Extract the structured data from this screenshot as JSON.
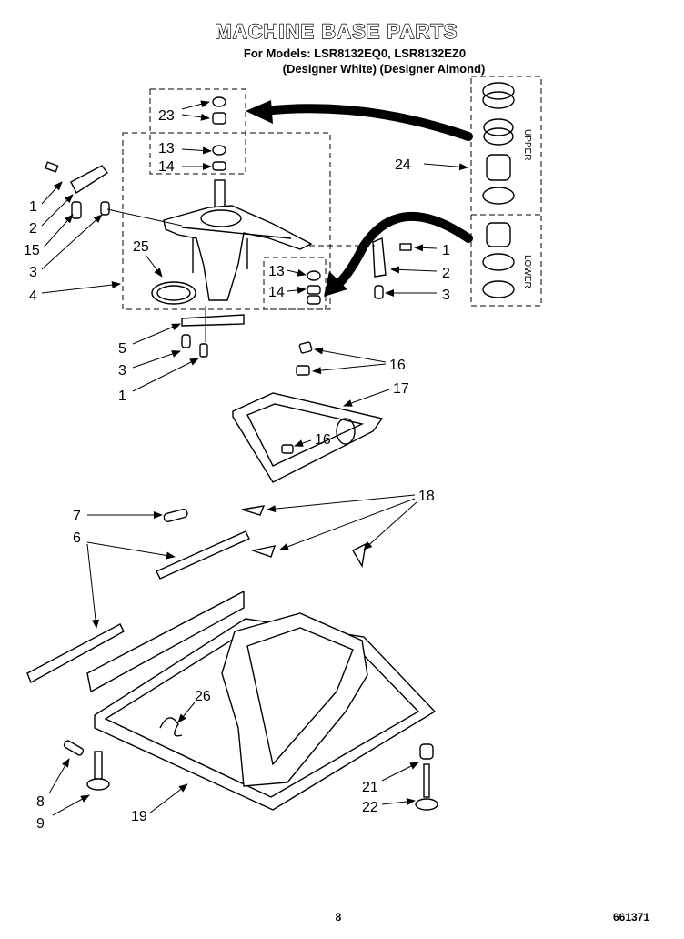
{
  "title": "MACHINE BASE PARTS",
  "models_line": "For Models: LSR8132EQ0,  LSR8132EZ0",
  "variants_line": "(Designer White)  (Designer Almond)",
  "box_labels": {
    "upper": "UPPER",
    "lower": "LOWER"
  },
  "callouts": {
    "c23": "23",
    "c13a": "13",
    "c14a": "14",
    "c1a": "1",
    "c2a": "2",
    "c15": "15",
    "c3a": "3",
    "c25": "25",
    "c4": "4",
    "c24": "24",
    "c1b": "1",
    "c2b": "2",
    "c3b": "3",
    "c13b": "13",
    "c14b": "14",
    "c5": "5",
    "c3c": "3",
    "c1c": "1",
    "c16a": "16",
    "c17": "17",
    "c16b": "16",
    "c7": "7",
    "c6": "6",
    "c18": "18",
    "c26": "26",
    "c8": "8",
    "c9": "9",
    "c19": "19",
    "c21": "21",
    "c22": "22"
  },
  "footer": {
    "page_number": "8",
    "doc_number": "661371"
  }
}
